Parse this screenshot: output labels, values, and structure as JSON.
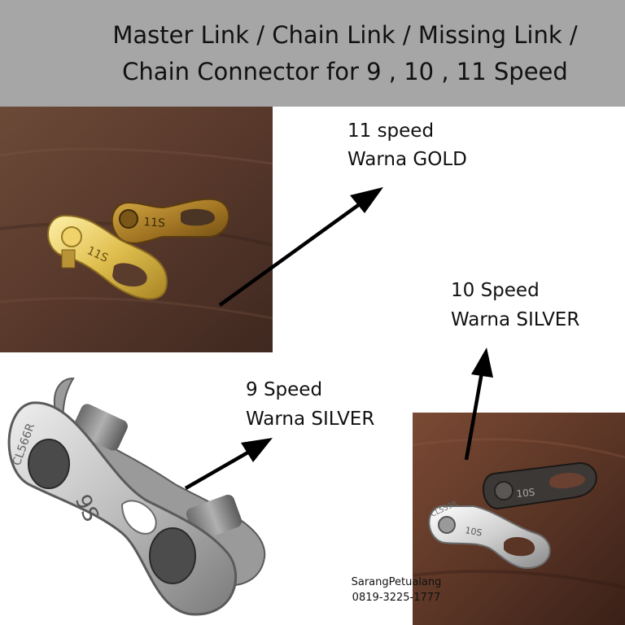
{
  "header": {
    "title_line1": "Master Link / Chain Link / Missing Link /",
    "title_line2": "Chain Connector for 9 , 10 , 11 Speed",
    "background": "#a6a6a6"
  },
  "products": [
    {
      "line1": "11 speed",
      "line2": "Warna GOLD",
      "link_stamp": "11S",
      "color": "#d4b44a"
    },
    {
      "line1": "10 Speed",
      "line2": "Warna SILVER",
      "link_stamp": "10S",
      "color": "#c9c9c9"
    },
    {
      "line1": "9 Speed",
      "line2": "Warna SILVER",
      "link_stamp": "9S",
      "color": "#b8b8b8"
    }
  ],
  "credit": {
    "name": "SarangPetualang",
    "phone": "0819-3225-1777"
  }
}
